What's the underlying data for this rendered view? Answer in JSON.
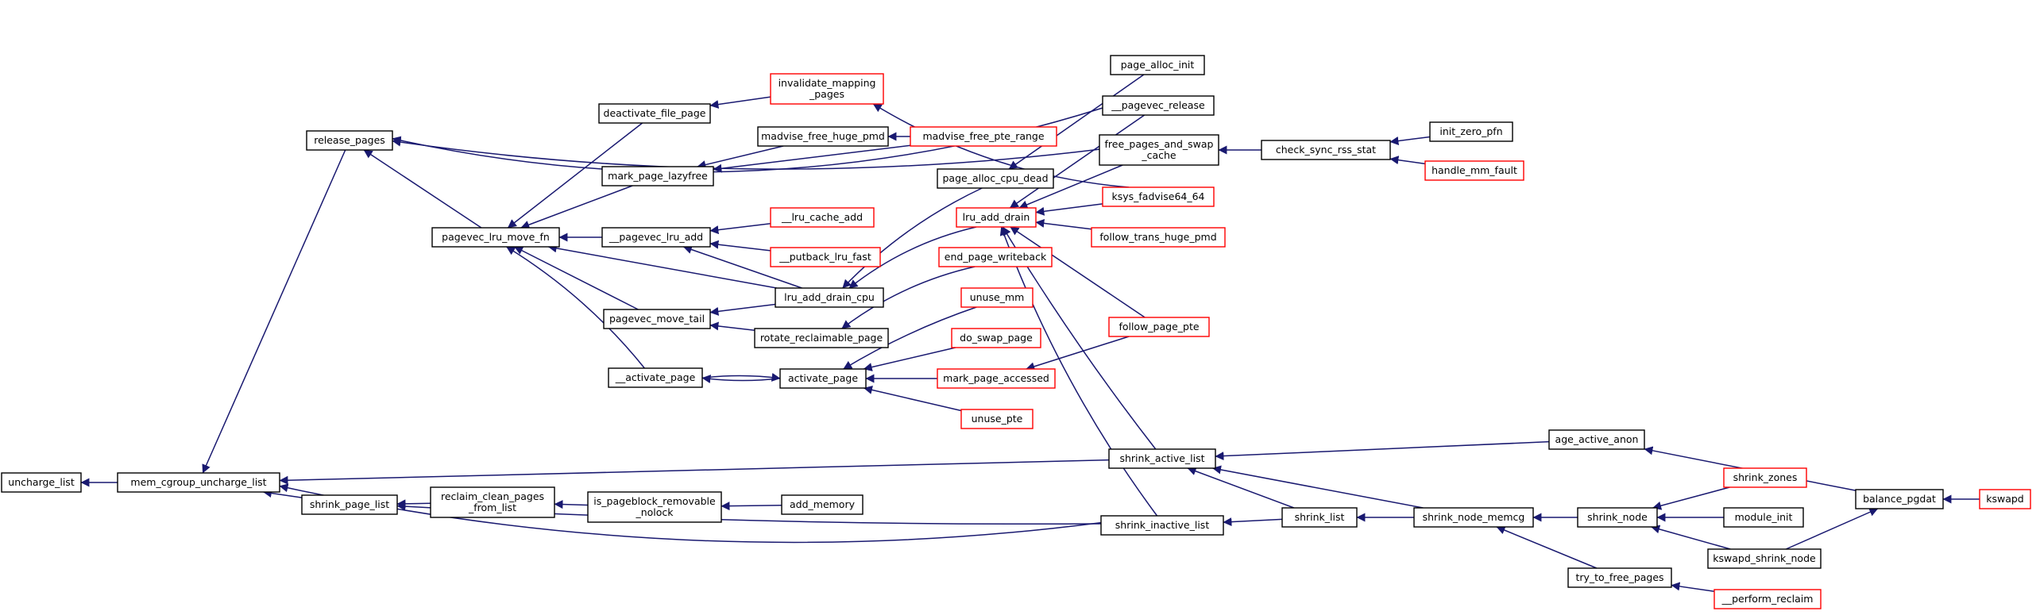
{
  "colors": {
    "edge": "#191970",
    "node_border_normal": "#000000",
    "node_border_truncated": "#ff0000",
    "root_fill": "#bfbfbf"
  },
  "nodes": [
    {
      "id": "uncharge_list",
      "lines": [
        "uncharge_list"
      ],
      "style": "root"
    },
    {
      "id": "mem_cgroup_uncharge_list",
      "lines": [
        "mem_cgroup_uncharge_list"
      ],
      "style": "normal"
    },
    {
      "id": "release_pages",
      "lines": [
        "release_pages"
      ],
      "style": "normal"
    },
    {
      "id": "shrink_page_list",
      "lines": [
        "shrink_page_list"
      ],
      "style": "normal"
    },
    {
      "id": "pagevec_lru_move_fn",
      "lines": [
        "pagevec_lru_move_fn"
      ],
      "style": "normal"
    },
    {
      "id": "reclaim_clean_pages_from_list",
      "lines": [
        "reclaim_clean_pages",
        "_from_list"
      ],
      "style": "normal"
    },
    {
      "id": "deactivate_file_page",
      "lines": [
        "deactivate_file_page"
      ],
      "style": "normal"
    },
    {
      "id": "mark_page_lazyfree",
      "lines": [
        "mark_page_lazyfree"
      ],
      "style": "normal"
    },
    {
      "id": "pagevec_lru_add",
      "lines": [
        "__pagevec_lru_add"
      ],
      "style": "normal"
    },
    {
      "id": "pagevec_move_tail",
      "lines": [
        "pagevec_move_tail"
      ],
      "style": "normal"
    },
    {
      "id": "activate_page_internal",
      "lines": [
        "__activate_page"
      ],
      "style": "normal"
    },
    {
      "id": "is_pageblock_removable_nolock",
      "lines": [
        "is_pageblock_removable",
        "_nolock"
      ],
      "style": "normal"
    },
    {
      "id": "invalidate_mapping_pages",
      "lines": [
        "invalidate_mapping",
        "_pages"
      ],
      "style": "truncated"
    },
    {
      "id": "madvise_free_huge_pmd",
      "lines": [
        "madvise_free_huge_pmd"
      ],
      "style": "normal"
    },
    {
      "id": "lru_cache_add",
      "lines": [
        "__lru_cache_add"
      ],
      "style": "truncated"
    },
    {
      "id": "putback_lru_fast",
      "lines": [
        "__putback_lru_fast"
      ],
      "style": "truncated"
    },
    {
      "id": "lru_add_drain_cpu",
      "lines": [
        "lru_add_drain_cpu"
      ],
      "style": "normal"
    },
    {
      "id": "rotate_reclaimable_page",
      "lines": [
        "rotate_reclaimable_page"
      ],
      "style": "normal"
    },
    {
      "id": "activate_page",
      "lines": [
        "activate_page"
      ],
      "style": "normal"
    },
    {
      "id": "add_memory",
      "lines": [
        "add_memory"
      ],
      "style": "normal"
    },
    {
      "id": "madvise_free_pte_range",
      "lines": [
        "madvise_free_pte_range"
      ],
      "style": "truncated"
    },
    {
      "id": "page_alloc_cpu_dead",
      "lines": [
        "page_alloc_cpu_dead"
      ],
      "style": "normal"
    },
    {
      "id": "lru_add_drain",
      "lines": [
        "lru_add_drain"
      ],
      "style": "truncated"
    },
    {
      "id": "end_page_writeback",
      "lines": [
        "end_page_writeback"
      ],
      "style": "truncated"
    },
    {
      "id": "unuse_mm",
      "lines": [
        "unuse_mm"
      ],
      "style": "truncated"
    },
    {
      "id": "do_swap_page",
      "lines": [
        "do_swap_page"
      ],
      "style": "truncated"
    },
    {
      "id": "mark_page_accessed",
      "lines": [
        "mark_page_accessed"
      ],
      "style": "truncated"
    },
    {
      "id": "unuse_pte",
      "lines": [
        "unuse_pte"
      ],
      "style": "truncated"
    },
    {
      "id": "page_alloc_init",
      "lines": [
        "page_alloc_init"
      ],
      "style": "normal"
    },
    {
      "id": "pagevec_release",
      "lines": [
        "__pagevec_release"
      ],
      "style": "normal"
    },
    {
      "id": "free_pages_and_swap_cache",
      "lines": [
        "free_pages_and_swap",
        "_cache"
      ],
      "style": "normal"
    },
    {
      "id": "ksys_fadvise64_64",
      "lines": [
        "ksys_fadvise64_64"
      ],
      "style": "truncated"
    },
    {
      "id": "follow_trans_huge_pmd",
      "lines": [
        "follow_trans_huge_pmd"
      ],
      "style": "truncated"
    },
    {
      "id": "follow_page_pte",
      "lines": [
        "follow_page_pte"
      ],
      "style": "truncated"
    },
    {
      "id": "shrink_active_list",
      "lines": [
        "shrink_active_list"
      ],
      "style": "normal"
    },
    {
      "id": "shrink_inactive_list",
      "lines": [
        "shrink_inactive_list"
      ],
      "style": "normal"
    },
    {
      "id": "check_sync_rss_stat",
      "lines": [
        "check_sync_rss_stat"
      ],
      "style": "normal"
    },
    {
      "id": "shrink_list",
      "lines": [
        "shrink_list"
      ],
      "style": "normal"
    },
    {
      "id": "init_zero_pfn",
      "lines": [
        "init_zero_pfn"
      ],
      "style": "normal"
    },
    {
      "id": "handle_mm_fault",
      "lines": [
        "handle_mm_fault"
      ],
      "style": "truncated"
    },
    {
      "id": "shrink_node_memcg",
      "lines": [
        "shrink_node_memcg"
      ],
      "style": "normal"
    },
    {
      "id": "age_active_anon",
      "lines": [
        "age_active_anon"
      ],
      "style": "normal"
    },
    {
      "id": "shrink_node",
      "lines": [
        "shrink_node"
      ],
      "style": "normal"
    },
    {
      "id": "try_to_free_pages",
      "lines": [
        "try_to_free_pages"
      ],
      "style": "normal"
    },
    {
      "id": "shrink_zones",
      "lines": [
        "shrink_zones"
      ],
      "style": "truncated"
    },
    {
      "id": "module_init",
      "lines": [
        "module_init"
      ],
      "style": "normal"
    },
    {
      "id": "kswapd_shrink_node",
      "lines": [
        "kswapd_shrink_node"
      ],
      "style": "normal"
    },
    {
      "id": "perform_reclaim",
      "lines": [
        "__perform_reclaim"
      ],
      "style": "truncated"
    },
    {
      "id": "balance_pgdat",
      "lines": [
        "balance_pgdat"
      ],
      "style": "normal"
    },
    {
      "id": "kswapd",
      "lines": [
        "kswapd"
      ],
      "style": "truncated"
    }
  ]
}
